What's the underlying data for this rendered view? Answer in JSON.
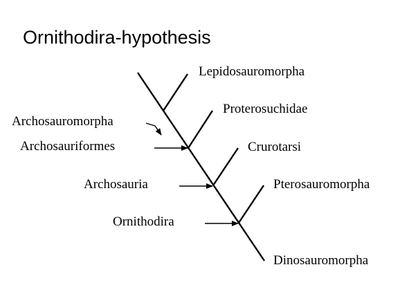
{
  "title": "Ornithodira-hypothesis",
  "colors": {
    "line": "#000000",
    "text": "#000000",
    "highlight": "#ff0000"
  },
  "taxa": [
    {
      "id": "lepidosauromorpha",
      "label": "Lepidosauromorpha",
      "highlight": false
    },
    {
      "id": "proterosuchidae",
      "label": "Proterosuchidae",
      "highlight": false
    },
    {
      "id": "crurotarsi",
      "label": "Crurotarsi",
      "highlight": false
    },
    {
      "id": "pterosauromorpha",
      "label": "Pterosauromorpha",
      "highlight": true
    },
    {
      "id": "dinosauromorpha",
      "label": "Dinosauromorpha",
      "highlight": false
    }
  ],
  "clades": [
    {
      "id": "archosauromorpha",
      "label": "Archosauromorpha"
    },
    {
      "id": "archosauriformes",
      "label": "Archosauriformes"
    },
    {
      "id": "archosauria",
      "label": "Archosauria"
    },
    {
      "id": "ornithodira",
      "label": "Ornithodira"
    }
  ]
}
